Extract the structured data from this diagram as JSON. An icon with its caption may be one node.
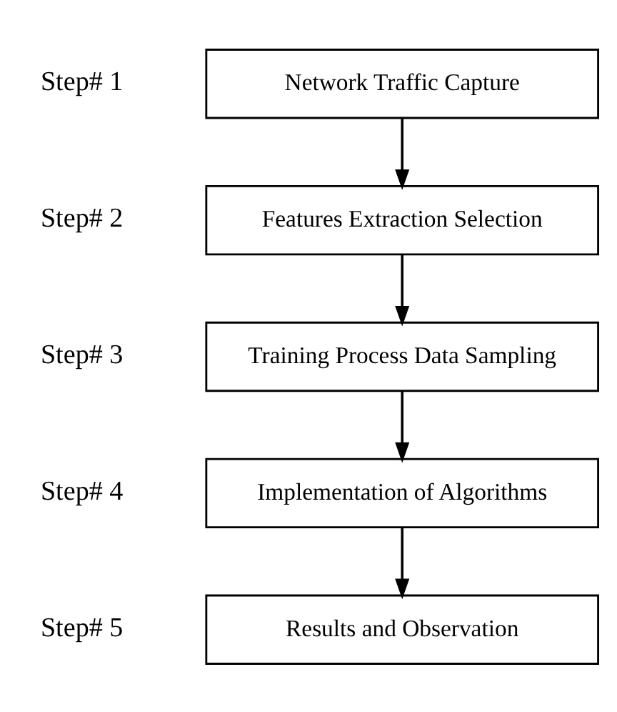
{
  "diagram": {
    "nodes": [
      {
        "text": [
          "Network Traffic Capture"
        ],
        "beside": [
          "Step# 1"
        ]
      },
      {
        "text": [
          "Features Extraction Selection"
        ],
        "beside": [
          "Step# 2"
        ]
      },
      {
        "text": [
          "Training Process Data Sampling"
        ],
        "beside": [
          "Step# 3"
        ]
      },
      {
        "text": [
          "Implementation of Algorithms"
        ],
        "beside": [
          "Step# 4"
        ]
      },
      {
        "text": [
          "Results and Observation"
        ],
        "beside": [
          "Step# 5"
        ]
      }
    ],
    "edges": [
      {
        "from": 0,
        "to": 1,
        "arrow": "to"
      },
      {
        "from": 1,
        "to": 2,
        "arrow": "to"
      },
      {
        "from": 2,
        "to": 3,
        "arrow": "to"
      },
      {
        "from": 3,
        "to": 4,
        "arrow": "to"
      }
    ]
  }
}
